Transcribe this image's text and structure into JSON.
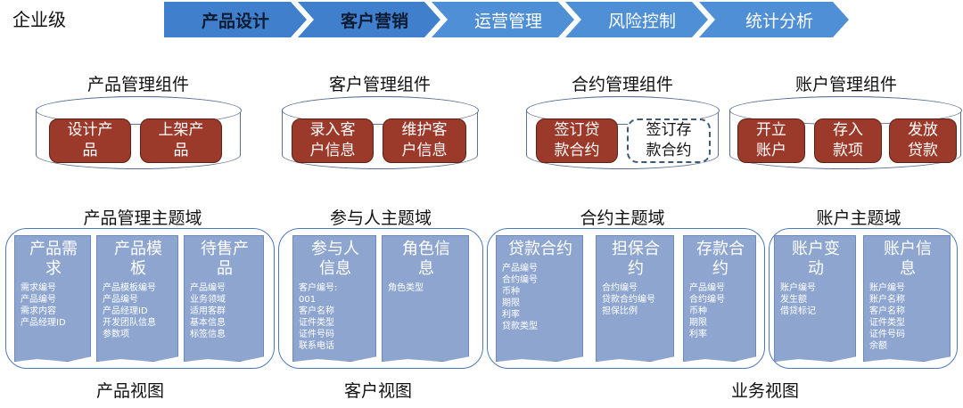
{
  "level": "企业级",
  "process": [
    {
      "label": "产品设计",
      "active": true
    },
    {
      "label": "客户营销",
      "active": true
    },
    {
      "label": "运营管理",
      "active": false
    },
    {
      "label": "风险控制",
      "active": false
    },
    {
      "label": "统计分析",
      "active": false
    }
  ],
  "components": [
    {
      "title": "产品管理组件",
      "items": [
        "设计产\n品",
        "上架产\n品"
      ]
    },
    {
      "title": "客户管理组件",
      "items": [
        "录入客\n户信息",
        "维护客\n户信息"
      ]
    },
    {
      "title": "合约管理组件",
      "items": [
        "签订贷\n款合约",
        "签订存\n款合约"
      ]
    },
    {
      "title": "账户管理组件",
      "items": [
        "开立\n账户",
        "存入\n款项",
        "发放\n贷款"
      ]
    }
  ],
  "domains": [
    {
      "title": "产品管理主题域",
      "cards": [
        {
          "title": "产品需\n求",
          "fields": [
            "需求编号",
            "产品编号",
            "需求内容",
            "产品经理ID"
          ]
        },
        {
          "title": "产品模\n板",
          "fields": [
            "产品模板编号",
            "产品编号",
            "产品经理ID",
            "开发团队信息",
            "参数项"
          ]
        },
        {
          "title": "待售产\n品",
          "fields": [
            "产品编号",
            "业务领域",
            "适用客群",
            "基本信息",
            "标签信息"
          ]
        }
      ]
    },
    {
      "title": "参与人主题域",
      "cards": [
        {
          "title": "参与人\n信息",
          "fields": [
            "客户编号:",
            "001",
            "客户名称",
            "证件类型",
            "证件号码",
            "联系电话"
          ]
        },
        {
          "title": "角色信\n息",
          "fields": [
            "角色类型"
          ]
        }
      ]
    },
    {
      "title": "合约主题域",
      "cards": [
        {
          "title": "贷款合约",
          "fields": [
            "产品编号",
            "合约编号",
            "币种",
            "期限",
            "利率",
            "贷款类型"
          ]
        },
        {
          "title": "担保合\n约",
          "fields": [
            "合约编号",
            "贷款合约编号",
            "担保比例"
          ]
        },
        {
          "title": "存款合\n约",
          "fields": [
            "产品编号",
            "合约编号",
            "币种",
            "期限",
            "利率"
          ]
        }
      ]
    },
    {
      "title": "账户主题域",
      "cards": [
        {
          "title": "账户变\n动",
          "fields": [
            "账户编号",
            "发生额",
            "借贷标记"
          ]
        },
        {
          "title": "账户信\n息",
          "fields": [
            "账户编号",
            "账户名称",
            "客户名称",
            "证件类型",
            "证件号码",
            "余额"
          ]
        }
      ]
    }
  ],
  "views": [
    "产品视图",
    "客户视图",
    "业务视图"
  ]
}
